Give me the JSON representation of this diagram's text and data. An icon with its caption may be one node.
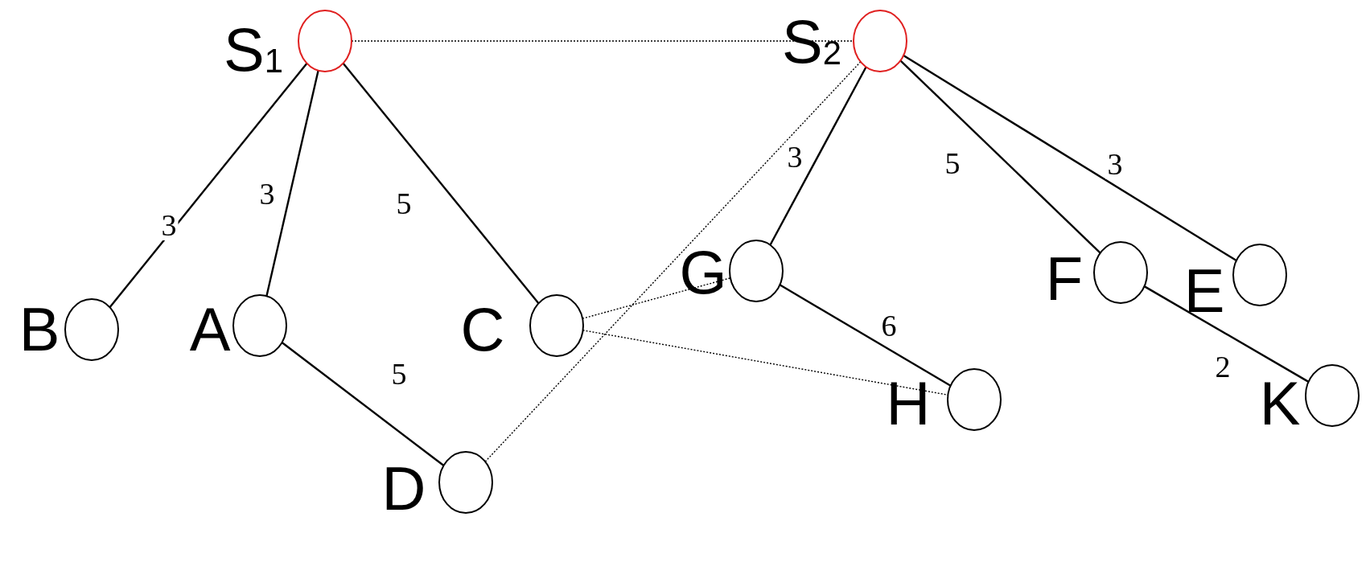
{
  "diagram": {
    "nodes": [
      {
        "text": [
          "S$_{1}$"
        ]
      },
      {
        "text": [
          "B"
        ]
      },
      {
        "text": [
          "A"
        ]
      },
      {
        "text": [
          "C"
        ]
      },
      {
        "text": [
          "D"
        ]
      },
      {
        "text": [
          "S$_{2}$"
        ]
      },
      {
        "text": [
          "G"
        ]
      },
      {
        "text": [
          "H"
        ]
      },
      {
        "text": [
          "F"
        ]
      },
      {
        "text": [
          "E"
        ]
      },
      {
        "text": [
          "K"
        ]
      }
    ],
    "edges": [
      {
        "from": 0,
        "to": 5,
        "arrow": "none",
        "style": "dashed"
      },
      {
        "from": 0,
        "to": 1,
        "arrow": "none",
        "label": "3"
      },
      {
        "from": 0,
        "to": 2,
        "arrow": "none",
        "label": "3"
      },
      {
        "from": 0,
        "to": 3,
        "arrow": "none",
        "label": "5"
      },
      {
        "from": 2,
        "to": 4,
        "arrow": "none",
        "label": "5"
      },
      {
        "from": 5,
        "to": 4,
        "arrow": "none",
        "style": "dashed"
      },
      {
        "from": 5,
        "to": 6,
        "arrow": "none",
        "label": "3"
      },
      {
        "from": 5,
        "to": 8,
        "arrow": "none",
        "label": "5"
      },
      {
        "from": 5,
        "to": 9,
        "arrow": "none",
        "label": "3"
      },
      {
        "from": 6,
        "to": 7,
        "arrow": "none",
        "label": "6"
      },
      {
        "from": 8,
        "to": 10,
        "arrow": "none",
        "label": "2"
      },
      {
        "from": 3,
        "to": 6,
        "arrow": "none",
        "style": "dashed"
      },
      {
        "from": 3,
        "to": 7,
        "arrow": "none",
        "style": "dashed"
      }
    ]
  }
}
